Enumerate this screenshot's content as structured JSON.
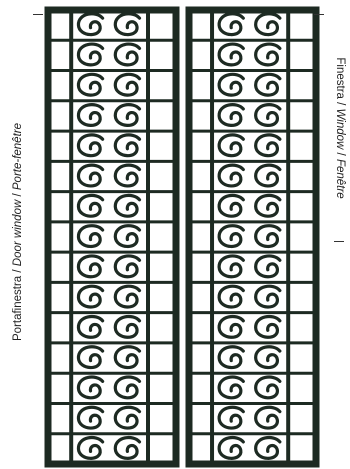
{
  "labels": {
    "left": {
      "main": "Portafinestra",
      "sep1": " / ",
      "italic1": "Door window",
      "sep2": " / ",
      "italic2": "Porte-fenêtre"
    },
    "right": {
      "main": "Finestra",
      "sep1": " / ",
      "italic1": "Window",
      "sep2": " / ",
      "italic2": "Fenêtre"
    }
  },
  "colors": {
    "frame": "#1d2a22",
    "background": "#ffffff",
    "label": "#222222"
  },
  "grille": {
    "panels": 2,
    "scroll_rows": 15
  }
}
